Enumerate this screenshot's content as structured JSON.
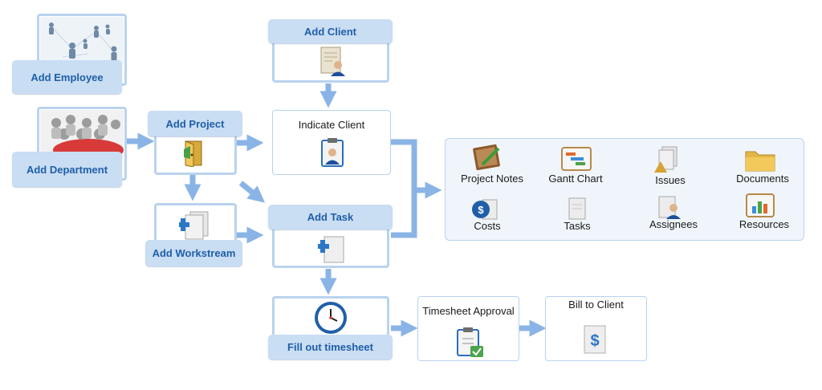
{
  "nodes": {
    "add_employee": "Add Employee",
    "add_department": "Add Department",
    "add_project": "Add Project",
    "add_workstream": "Add Workstream",
    "add_client": "Add Client",
    "indicate_client": "Indicate Client",
    "add_task": "Add Task",
    "fill_timesheet": "Fill out timesheet",
    "timesheet_approval": "Timesheet Approval",
    "bill_to_client": "Bill to Client"
  },
  "panel_items": [
    {
      "label": "Project Notes",
      "icon": "notebook-icon"
    },
    {
      "label": "Gantt Chart",
      "icon": "gantt-chart-icon"
    },
    {
      "label": "Issues",
      "icon": "issues-icon"
    },
    {
      "label": "Documents",
      "icon": "folder-icon"
    },
    {
      "label": "Costs",
      "icon": "costs-icon"
    },
    {
      "label": "Tasks",
      "icon": "tasks-icon"
    },
    {
      "label": "Assignees",
      "icon": "assignees-icon"
    },
    {
      "label": "Resources",
      "icon": "resources-icon"
    }
  ],
  "colors": {
    "accent": "#1f5fa8",
    "arrow": "#8ab4e6",
    "frame": "#b9d3ee",
    "tab": "#c9ddf3"
  }
}
